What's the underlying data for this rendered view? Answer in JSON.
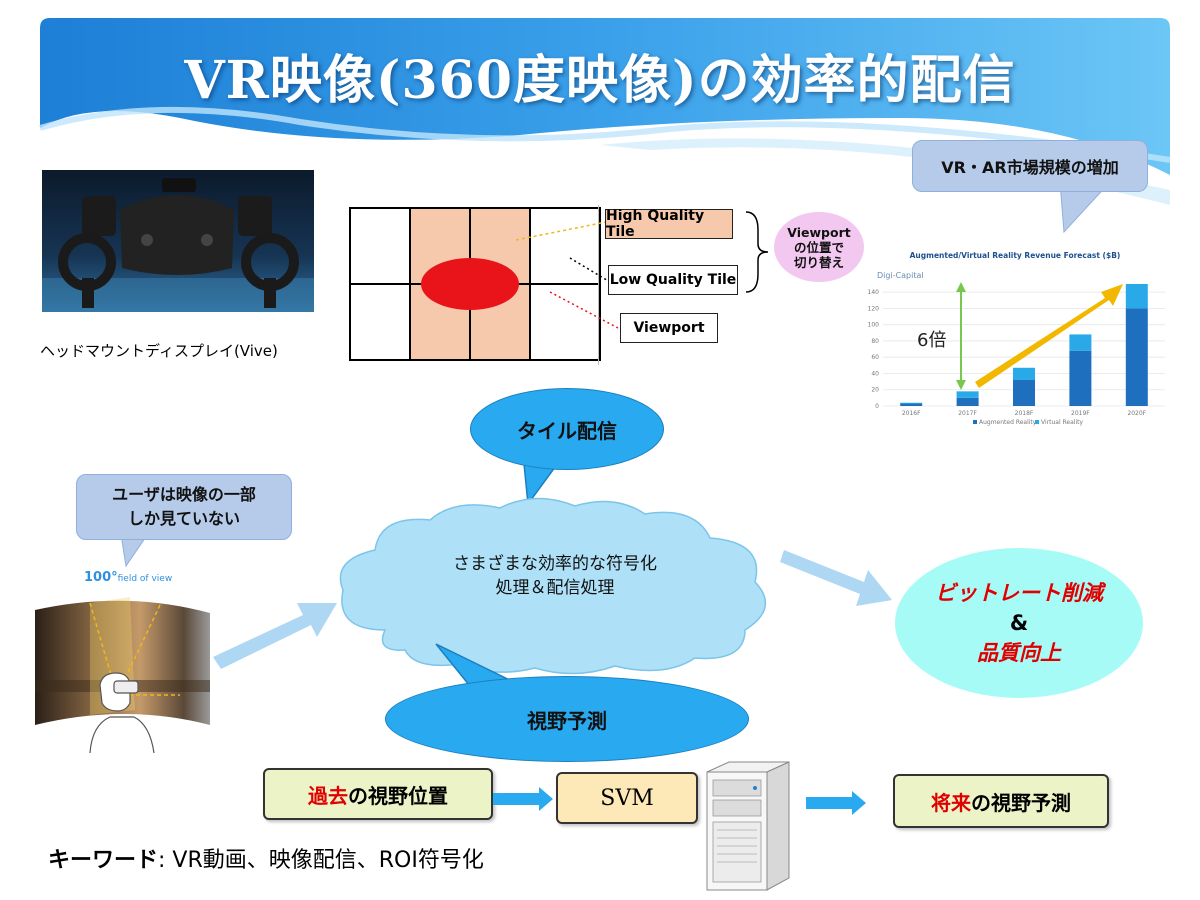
{
  "title": "VR映像(360度映像)の効率的配信",
  "hmd": {
    "caption": "ヘッドマウントディスプレイ(Vive)"
  },
  "tiles": {
    "high_quality_label": "High Quality Tile",
    "low_quality_label": "Low Quality Tile",
    "viewport_label": "Viewport",
    "bubble_text": [
      "Viewport",
      "の位置で",
      "切り替え"
    ]
  },
  "market": {
    "callout": "VR・AR市場規模の増加",
    "multiplier_label": "6倍"
  },
  "chart_data": {
    "type": "bar",
    "title": "Augmented/Virtual Reality Revenue Forecast ($B)",
    "brand": "Digi-Capital",
    "categories": [
      "2016F",
      "2017F",
      "2018F",
      "2019F",
      "2020F"
    ],
    "series": [
      {
        "name": "Augmented Reality",
        "values": [
          3,
          10,
          32,
          68,
          120
        ],
        "color": "#1f6fbf"
      },
      {
        "name": "Virtual Reality",
        "values": [
          1,
          8,
          15,
          20,
          30
        ],
        "color": "#29a9e8"
      }
    ],
    "y_ticks": [
      0,
      20,
      40,
      60,
      80,
      100,
      120,
      140
    ],
    "ylim": [
      0,
      150
    ]
  },
  "center": {
    "tile_bubble": "タイル配信",
    "cloud_text": [
      "さまざまな効率的な符号化",
      "処理＆配信処理"
    ],
    "prediction_bubble": "視野予測"
  },
  "user": {
    "callout": [
      "ユーザは映像の一部",
      "しか見ていない"
    ],
    "fov_number": "100°",
    "fov_unit": "field of view"
  },
  "result": {
    "line1": "ビットレート削減",
    "amp": "&",
    "line2": "品質向上"
  },
  "flow": {
    "past": {
      "red": "過去",
      "rest": "の視野位置"
    },
    "svm": "SVM",
    "future": {
      "red": "将来",
      "rest": "の視野予測"
    }
  },
  "keywords": {
    "label": "キーワード",
    "rest": ": VR動画、映像配信、ROI符号化"
  }
}
